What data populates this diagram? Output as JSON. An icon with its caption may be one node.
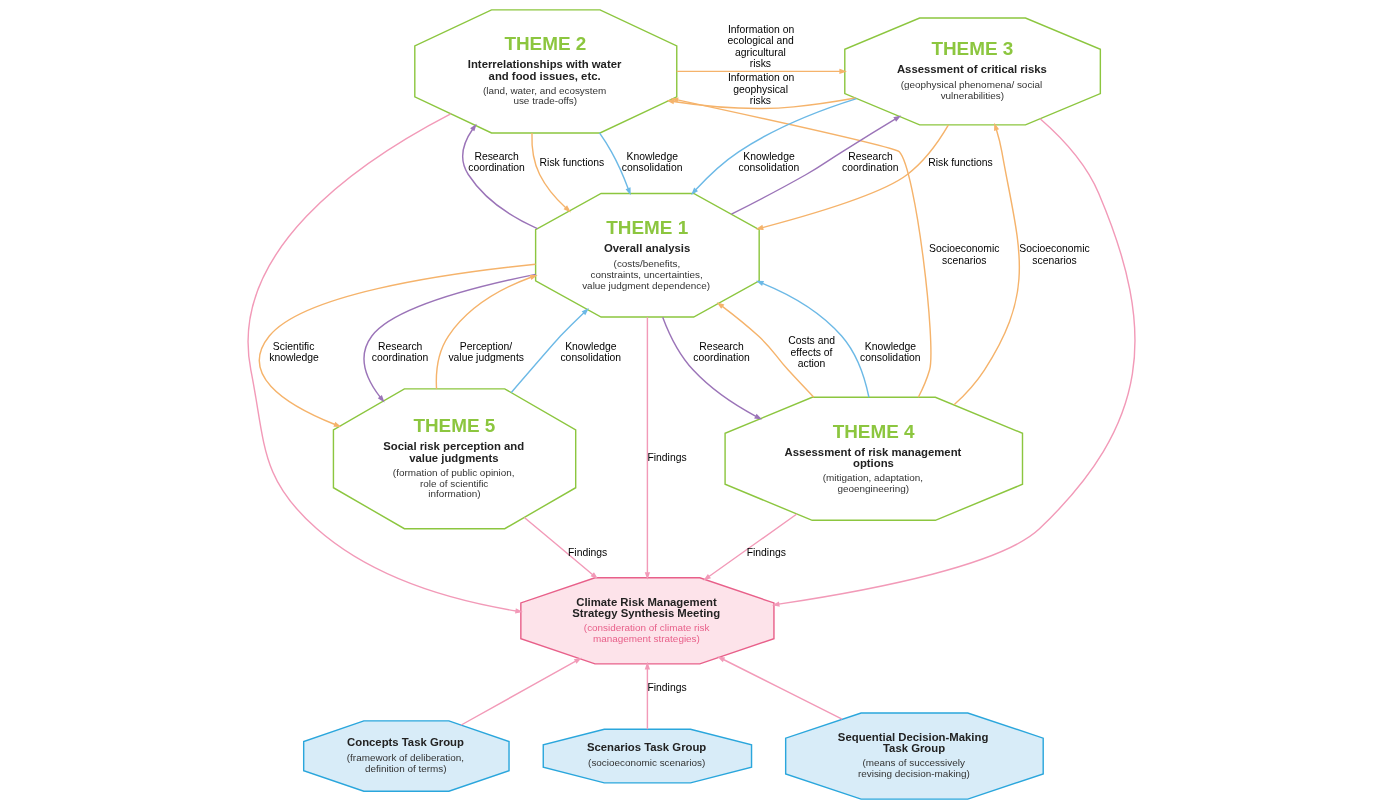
{
  "diagram": {
    "nodes": [
      {
        "text": [
          "THEME 2",
          "Interrelationships with water and food issues, etc.",
          "(land, water, and ecosystem use trade-offs)"
        ]
      },
      {
        "text": [
          "THEME 3",
          "Assessment of critical risks",
          "(geophysical phenomena/ social vulnerabilities)"
        ]
      },
      {
        "text": [
          "THEME 1",
          "Overall analysis",
          "(costs/benefits, constraints, uncertainties, value judgment dependence)"
        ]
      },
      {
        "text": [
          "THEME 4",
          "Assessment of risk management options",
          "(mitigation, adaptation, geoengineering)"
        ]
      },
      {
        "text": [
          "THEME 5",
          "Social risk perception and value judgments",
          "(formation of public opinion, role of scientific information)"
        ]
      },
      {
        "text": [
          "Climate Risk Management Strategy Synthesis Meeting",
          "(consideration of climate risk management strategies)"
        ]
      },
      {
        "text": [
          "Concepts Task Group",
          "(framework of deliberation, definition of terms)"
        ]
      },
      {
        "text": [
          "Scenarios Task Group",
          "(socioeconomic scenarios)"
        ]
      },
      {
        "text": [
          "Sequential Decision-Making Task Group",
          "(means of successively revising decision-making)"
        ]
      }
    ],
    "edges": [
      {
        "from": 3,
        "to": 1,
        "arrow": "to",
        "label": "Socioeconomic scenarios"
      },
      {
        "from": 3,
        "to": 0,
        "arrow": "to",
        "label": "Socioeconomic scenarios"
      },
      {
        "from": 0,
        "to": 1,
        "arrow": "to",
        "label": "Information on ecological and agricultural risks"
      },
      {
        "from": 1,
        "to": 0,
        "arrow": "to",
        "label": "Information on geophysical risks"
      },
      {
        "from": 0,
        "to": 2,
        "arrow": "to",
        "label": "Risk functions"
      },
      {
        "from": 1,
        "to": 2,
        "arrow": "to",
        "label": "Risk functions"
      },
      {
        "from": 3,
        "to": 2,
        "arrow": "to",
        "label": "Costs and effects of action"
      },
      {
        "from": 4,
        "to": 2,
        "arrow": "to",
        "label": "Perception/ value judgments"
      },
      {
        "from": 2,
        "to": 4,
        "arrow": "to",
        "label": "Scientific knowledge"
      },
      {
        "from": 0,
        "to": 2,
        "arrow": "to",
        "label": "Knowledge consolidation",
        "color": "#6cb9e6"
      },
      {
        "from": 1,
        "to": 2,
        "arrow": "to",
        "label": "Knowledge consolidation",
        "color": "#6cb9e6"
      },
      {
        "from": 3,
        "to": 2,
        "arrow": "to",
        "label": "Knowledge consolidation",
        "color": "#6cb9e6"
      },
      {
        "from": 4,
        "to": 2,
        "arrow": "to",
        "label": "Knowledge consolidation",
        "color": "#6cb9e6"
      },
      {
        "from": 2,
        "to": 0,
        "arrow": "to",
        "label": "Research coordination",
        "color": "#9b74b8"
      },
      {
        "from": 2,
        "to": 1,
        "arrow": "to",
        "label": "Research coordination",
        "color": "#9b74b8"
      },
      {
        "from": 2,
        "to": 3,
        "arrow": "to",
        "label": "Research coordination",
        "color": "#9b74b8"
      },
      {
        "from": 2,
        "to": 4,
        "arrow": "to",
        "label": "Research coordination",
        "color": "#9b74b8"
      },
      {
        "from": 2,
        "to": 5,
        "arrow": "to",
        "label": "Findings",
        "color": "#f29ab8"
      },
      {
        "from": 0,
        "to": 5,
        "arrow": "to",
        "color": "#f29ab8"
      },
      {
        "from": 3,
        "to": 5,
        "arrow": "to",
        "label": "Findings",
        "color": "#f29ab8"
      },
      {
        "from": 1,
        "to": 5,
        "arrow": "to",
        "color": "#f29ab8"
      },
      {
        "from": 4,
        "to": 5,
        "arrow": "to",
        "label": "Findings",
        "color": "#f29ab8"
      },
      {
        "from": 6,
        "to": 5,
        "arrow": "to",
        "color": "#f29ab8"
      },
      {
        "from": 7,
        "to": 5,
        "arrow": "to",
        "label": "Findings",
        "color": "#f29ab8"
      },
      {
        "from": 8,
        "to": 5,
        "arrow": "to",
        "color": "#f29ab8"
      }
    ]
  }
}
